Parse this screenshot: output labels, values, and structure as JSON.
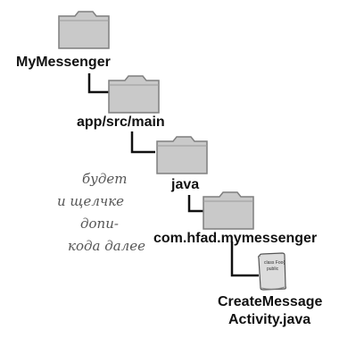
{
  "tree": {
    "root": {
      "name": "MyMessenger",
      "icon": "folder-icon"
    },
    "level1": {
      "name": "app/src/main",
      "icon": "folder-icon"
    },
    "level2": {
      "name": "java",
      "icon": "folder-icon"
    },
    "level3": {
      "name": "com.hfad.mymessenger",
      "icon": "folder-icon"
    },
    "file": {
      "name_line1": "CreateMessage",
      "name_line2": "Activity.java",
      "icon": "java-file-icon",
      "icon_text_line1": "class Foo{",
      "icon_text_line2": "public"
    }
  },
  "note": {
    "lines": [
      "будет",
      "и щелчке",
      "допи-",
      "кода далее"
    ]
  },
  "colors": {
    "folder_fill": "#c9c9c9",
    "folder_stroke": "#7f7f7f",
    "connector": "#111111",
    "label": "#111111",
    "handwriting": "#555555"
  }
}
